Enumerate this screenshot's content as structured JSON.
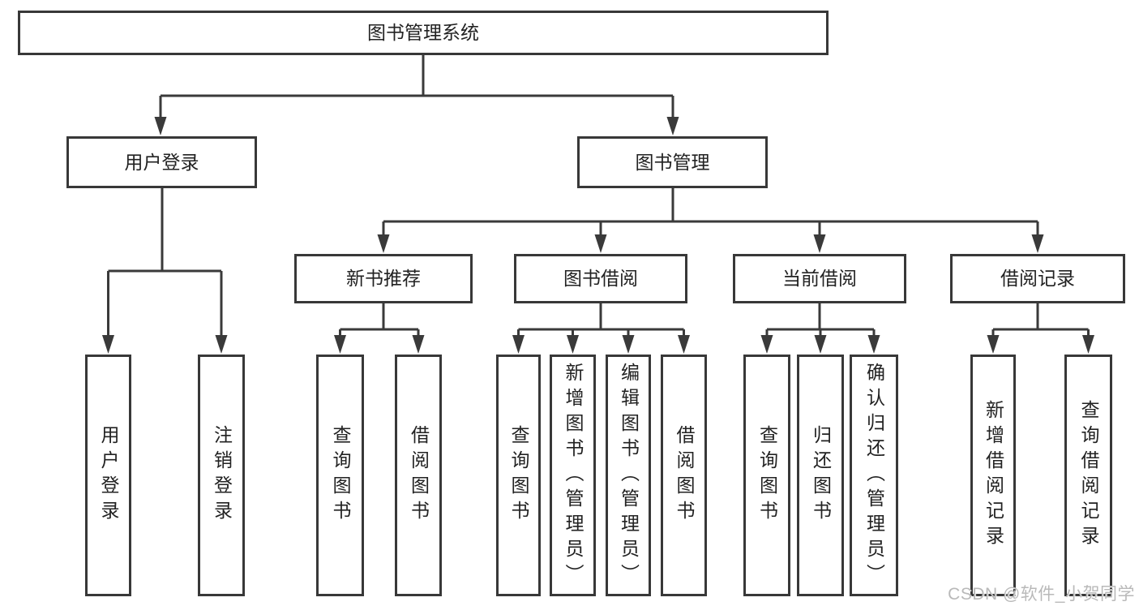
{
  "tree": {
    "root": "图书管理系统",
    "children": [
      {
        "label": "用户登录",
        "children": [
          {
            "label": "用户登录"
          },
          {
            "label": "注销登录"
          }
        ]
      },
      {
        "label": "图书管理",
        "children": [
          {
            "label": "新书推荐",
            "children": [
              {
                "label": "查询图书"
              },
              {
                "label": "借阅图书"
              }
            ]
          },
          {
            "label": "图书借阅",
            "children": [
              {
                "label": "查询图书"
              },
              {
                "label": "新增图书（管理员）"
              },
              {
                "label": "编辑图书（管理员）"
              },
              {
                "label": "借阅图书"
              }
            ]
          },
          {
            "label": "当前借阅",
            "children": [
              {
                "label": "查询图书"
              },
              {
                "label": "归还图书"
              },
              {
                "label": "确认归还（管理员）"
              }
            ]
          },
          {
            "label": "借阅记录",
            "children": [
              {
                "label": "新增借阅记录"
              },
              {
                "label": "查询借阅记录"
              }
            ]
          }
        ]
      }
    ]
  },
  "watermark": {
    "text": "CSDN @软件_小贺同学"
  },
  "colors": {
    "line": "#3a3a3a",
    "box_border": "#383838",
    "text": "#222222",
    "watermark": "#b9b9b9",
    "background": "#ffffff"
  }
}
